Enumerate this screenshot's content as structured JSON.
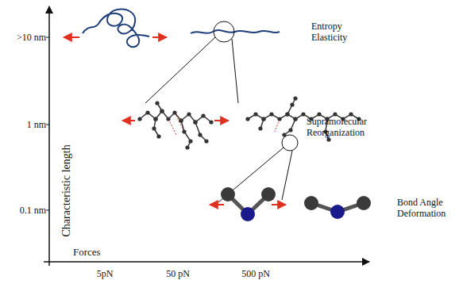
{
  "diagram": {
    "labels": [
      ">10 nm",
      "1 nm",
      "0.1 nm",
      "Characteristic length",
      "Forces",
      "5pN",
      "50 pN",
      "500 pN",
      "Entropy Elasticity",
      "Supramolecular Reorganization",
      "Bond Angle Deformation"
    ]
  }
}
